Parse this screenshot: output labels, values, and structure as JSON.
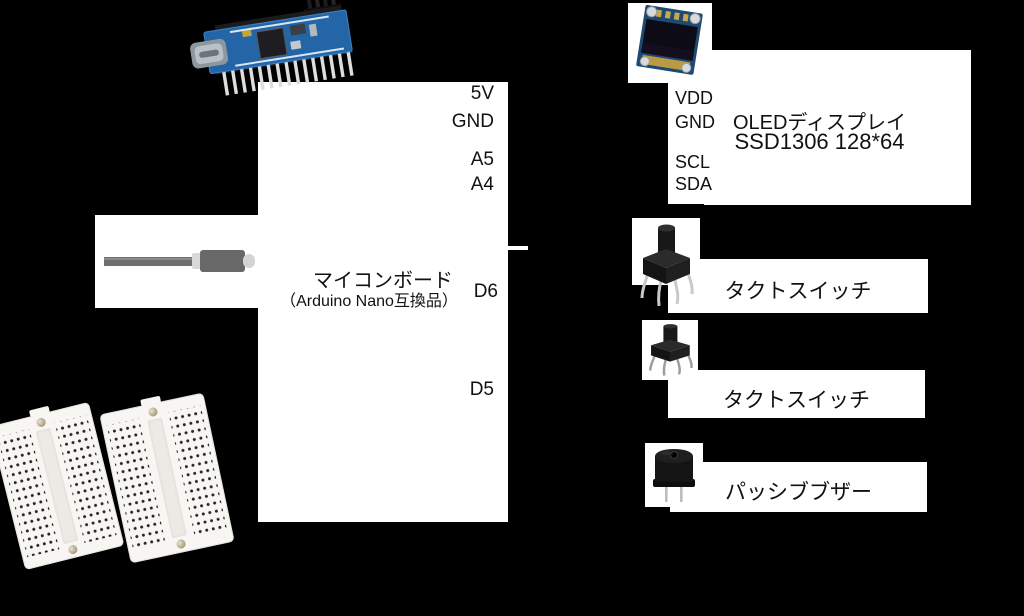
{
  "meta": {
    "background_color": "#000000",
    "box_color": "#ffffff",
    "text_color": "#111111"
  },
  "mcu": {
    "title": "マイコンボード",
    "subtitle": "（Arduino Nano互換品）",
    "pins": {
      "p5v": "5V",
      "gnd": "GND",
      "a5": "A5",
      "a4": "A4",
      "d6": "D6",
      "d5": "D5"
    }
  },
  "oled": {
    "title": "OLEDディスプレイ",
    "subtitle": "SSD1306 128*64",
    "pins": {
      "vdd": "VDD",
      "gnd": "GND",
      "scl": "SCL",
      "sda": "SDA"
    }
  },
  "tact_switch_1": {
    "label": "タクトスイッチ"
  },
  "tact_switch_2": {
    "label": "タクトスイッチ"
  },
  "buzzer": {
    "label": "パッシブブザー"
  },
  "photos": {
    "arduino": "arduino-nano-photo",
    "usb_cable": "usb-cable-photo",
    "breadboard_left": "mini-breadboard-photo",
    "breadboard_right": "mini-breadboard-photo",
    "oled": "oled-module-photo",
    "tact_switch_1": "tact-switch-photo",
    "tact_switch_2": "tact-switch-photo",
    "buzzer": "passive-buzzer-photo"
  },
  "colors": {
    "pcb_blue": "#2465a8",
    "oled_pcb": "#1d4a73",
    "component_black": "#161616",
    "pin_silver": "#d8d8d8",
    "cable_gray": "#6f6f6f",
    "breadboard_white": "#f7f6f3"
  }
}
